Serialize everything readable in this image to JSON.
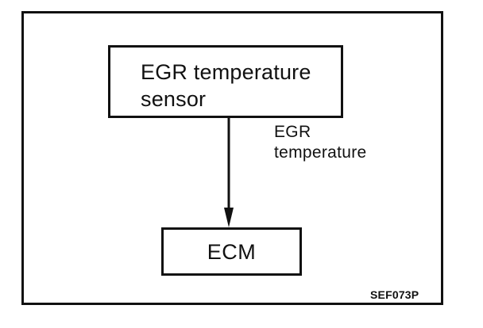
{
  "diagram": {
    "source_node": {
      "label": "EGR temperature\nsensor"
    },
    "target_node": {
      "label": "ECM"
    },
    "signal": {
      "label": "EGR\ntemperature"
    },
    "reference_code": "SEF073P"
  }
}
